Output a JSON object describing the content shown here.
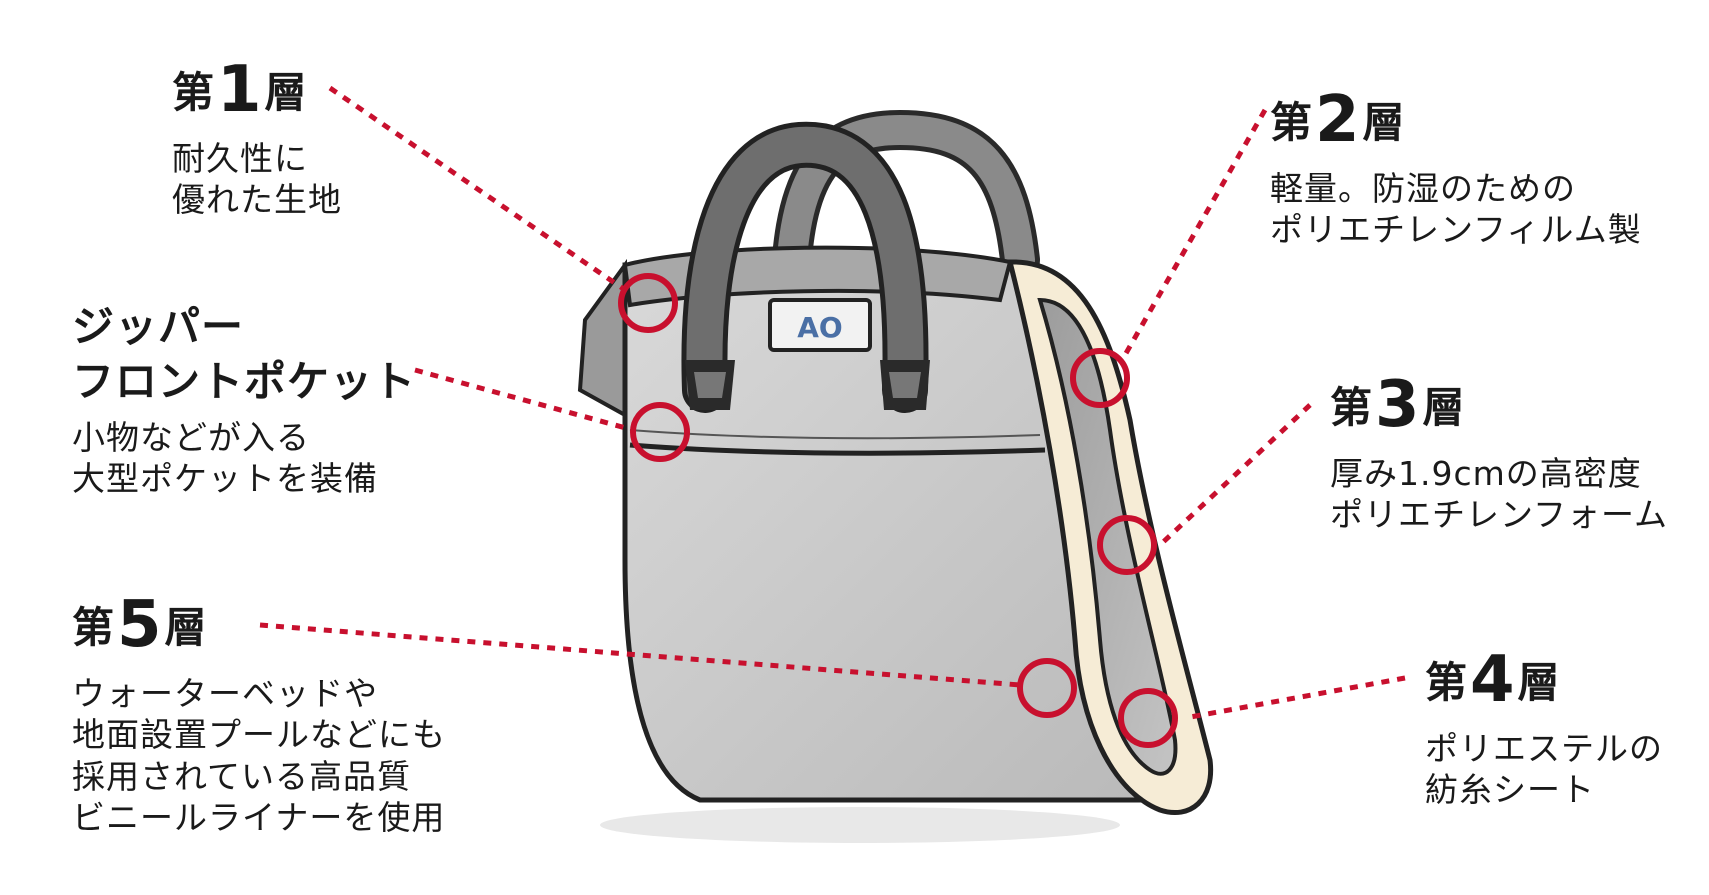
{
  "accent_color": "#c8102e",
  "bag": {
    "logo_text": "AO"
  },
  "layers": [
    {
      "prefix": "第",
      "number": "1",
      "suffix": "層",
      "desc": [
        "耐久性に",
        "優れた生地"
      ]
    },
    {
      "prefix": "第",
      "number": "2",
      "suffix": "層",
      "desc": [
        "軽量。防湿のための",
        "ポリエチレンフィルム製"
      ]
    },
    {
      "prefix": "第",
      "number": "3",
      "suffix": "層",
      "desc": [
        "厚み1.9cmの高密度",
        "ポリエチレンフォーム"
      ]
    },
    {
      "prefix": "第",
      "number": "4",
      "suffix": "層",
      "desc": [
        "ポリエステルの",
        "紡糸シート"
      ]
    },
    {
      "prefix": "第",
      "number": "5",
      "suffix": "層",
      "desc": [
        "ウォーターベッドや",
        "地面設置プールなどにも",
        "採用されている高品質",
        "ビニールライナーを使用"
      ]
    }
  ],
  "pocket": {
    "title": [
      "ジッパー",
      "フロントポケット"
    ],
    "desc": [
      "小物などが入る",
      "大型ポケットを装備"
    ]
  }
}
